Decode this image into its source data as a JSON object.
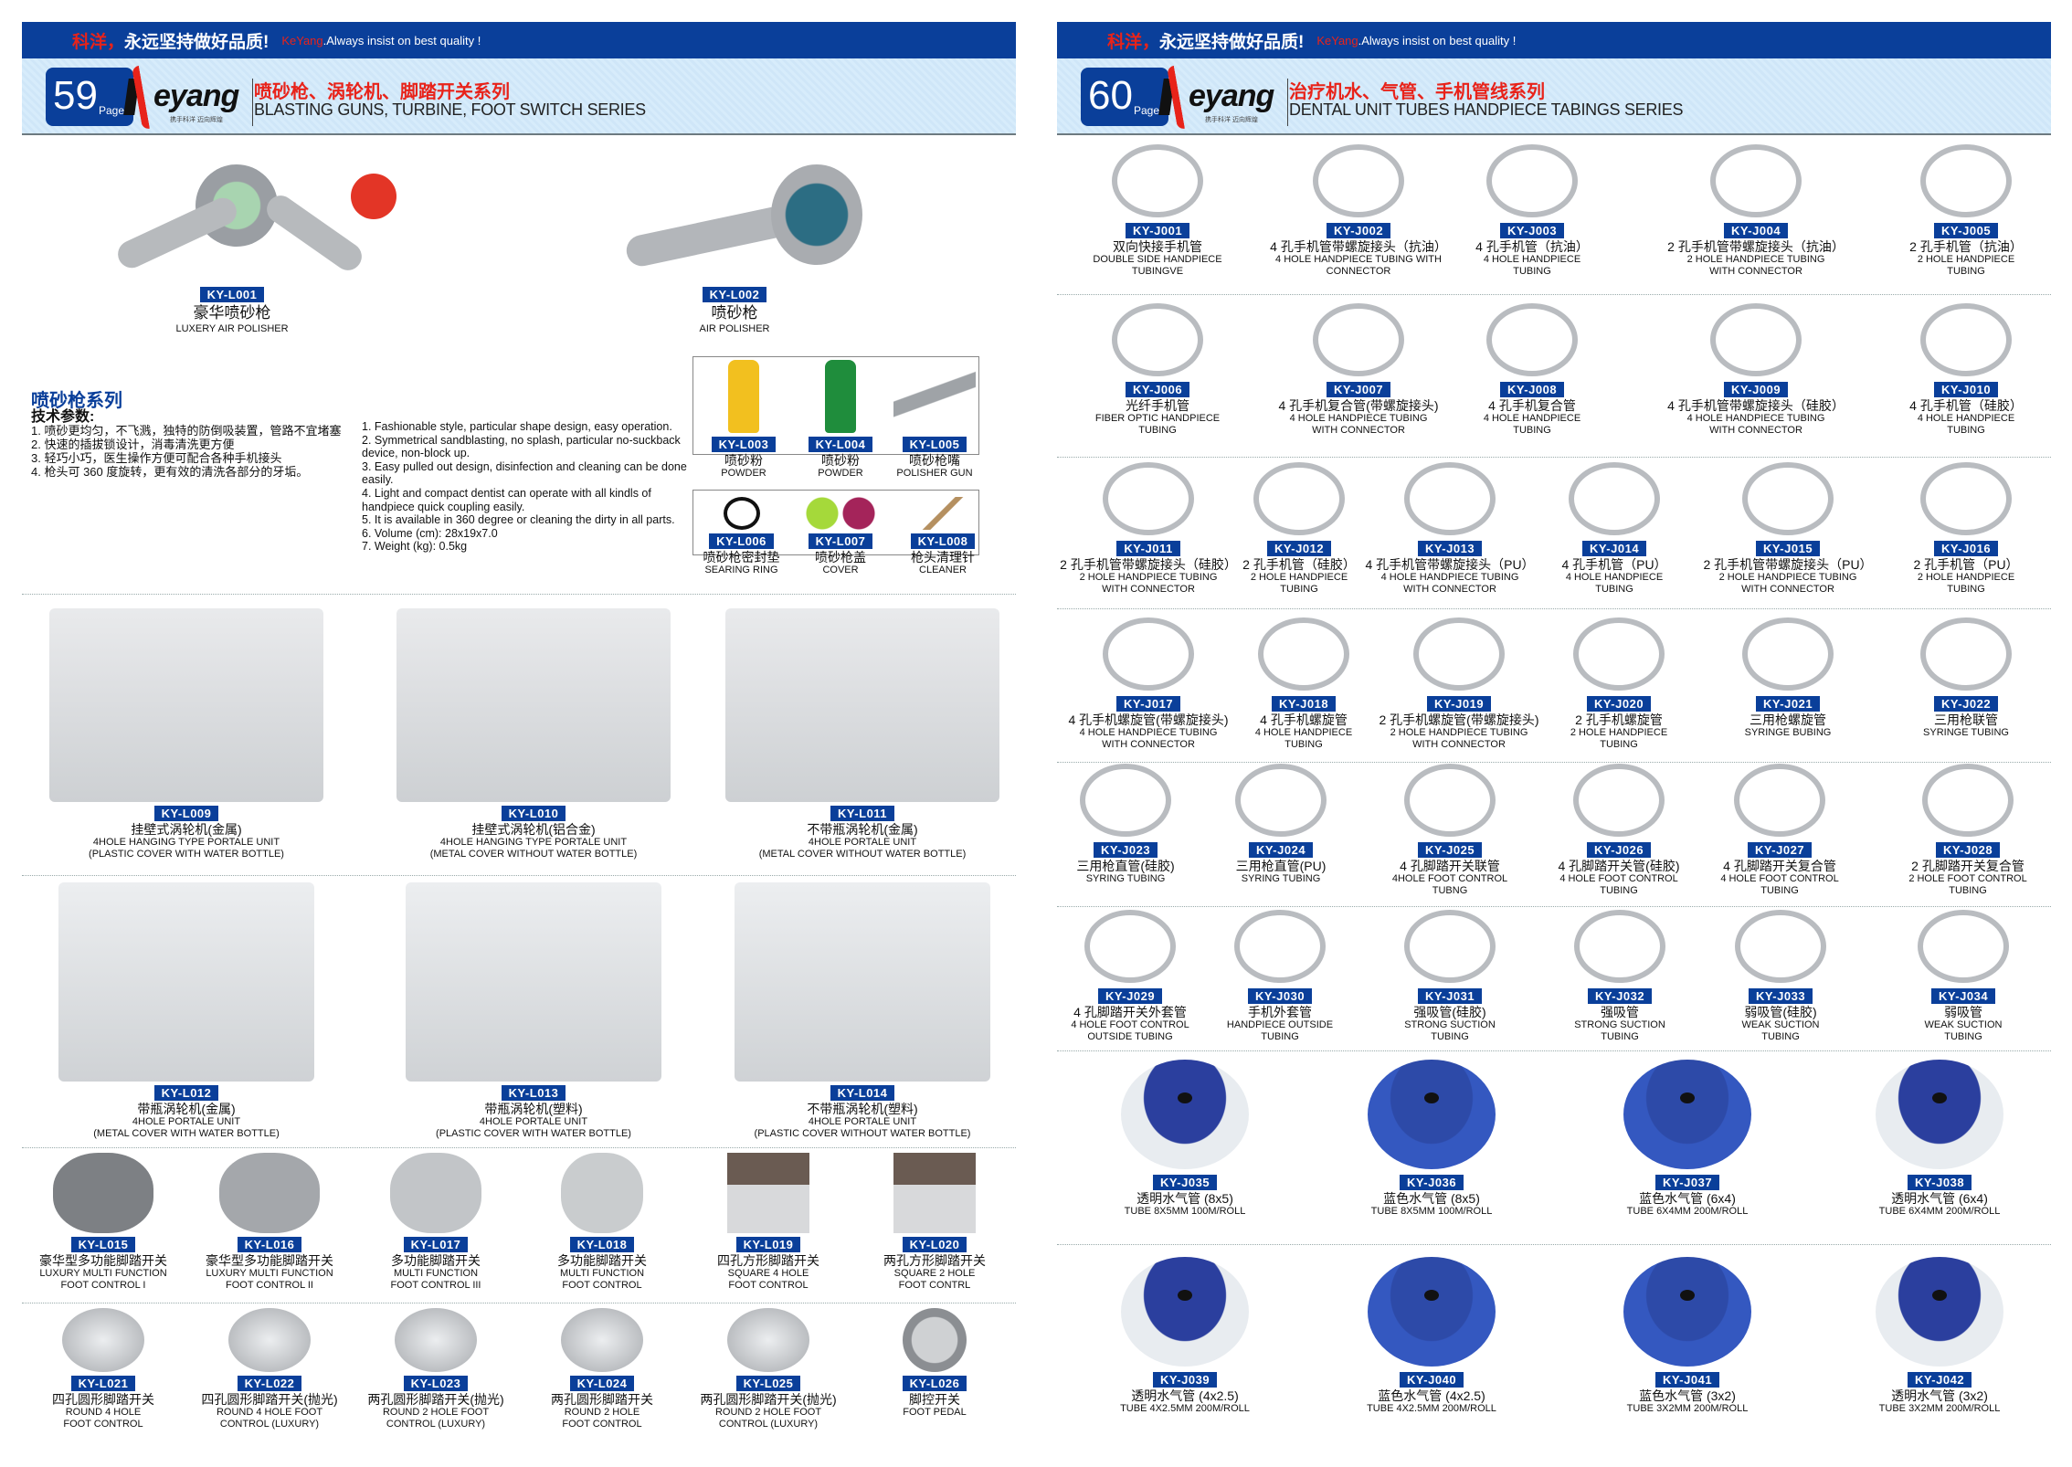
{
  "banner": {
    "slogan_cn_brand": "科洋，",
    "slogan_cn": "永远坚持做好品质!",
    "slogan_en_brand": "KeYang",
    "slogan_en": ".Always insist on best quality !"
  },
  "logo": {
    "brand": "eyang",
    "tagline": "携手科洋 迈向辉煌"
  },
  "left_page": {
    "page_number": "59",
    "page_label": "Page",
    "series_cn": "喷砂枪、涡轮机、脚踏开关系列",
    "series_en": "BLASTING GUNS, TURBINE, FOOT SWITCH SERIES",
    "hero_products": [
      {
        "code": "KY-L001",
        "cn": "豪华喷砂枪",
        "en": "LUXERY  AIR POLISHER"
      },
      {
        "code": "KY-L002",
        "cn": "喷砂枪",
        "en": "AIR POLISHER"
      }
    ],
    "spec_title": "喷砂枪系列",
    "spec_subtitle": "技术参数:",
    "spec_cn": [
      "1. 喷砂更均匀，不飞溅，独特的防倒吸装置，管路不宜堵塞",
      "2. 快速的插拔锁设计，消毒清洗更方便",
      "3. 轻巧小巧，医生操作方便可配合各种手机接头",
      "4. 枪头可 360 度旋转，更有效的清洗各部分的牙垢。"
    ],
    "spec_en": [
      "1. Fashionable style, particular shape design, easy operation.",
      "2. Symmetrical sandblasting, no splash, particular no-suckback device, non-block up.",
      "3. Easy pulled out design, disinfection and cleaning can be done easily.",
      "4. Light and compact dentist can operate with all kindls of handpiece quick coupling easily.",
      "5. It is available in 360 degree or cleaning the dirty in all parts.",
      "6. Volume (cm): 28x19x7.0",
      "7. Weight (kg): 0.5kg"
    ],
    "accessories": [
      {
        "code": "KY-L003",
        "cn": "喷砂粉",
        "en": "POWDER"
      },
      {
        "code": "KY-L004",
        "cn": "喷砂粉",
        "en": "POWDER"
      },
      {
        "code": "KY-L005",
        "cn": "喷砂枪嘴",
        "en": "POLISHER GUN"
      },
      {
        "code": "KY-L006",
        "cn": "喷砂枪密封垫",
        "en": "SEARING RING"
      },
      {
        "code": "KY-L007",
        "cn": "喷砂枪盖",
        "en": "COVER"
      },
      {
        "code": "KY-L008",
        "cn": "枪头清理针",
        "en": "CLEANER"
      }
    ],
    "units_row1": [
      {
        "code": "KY-L009",
        "cn": "挂壁式涡轮机(金属)",
        "en": "4HOLE HANGING TYPE PORTALE UNIT\n(PLASTIC COVER WITH WATER BOTTLE)"
      },
      {
        "code": "KY-L010",
        "cn": "挂壁式涡轮机(铝合金)",
        "en": "4HOLE HANGING TYPE PORTALE UNIT\n(METAL COVER WITHOUT WATER BOTTLE)"
      },
      {
        "code": "KY-L011",
        "cn": "不带瓶涡轮机(金属)",
        "en": "4HOLE PORTALE UNIT\n(METAL COVER WITHOUT WATER BOTTLE)"
      }
    ],
    "units_row2": [
      {
        "code": "KY-L012",
        "cn": "带瓶涡轮机(金属)",
        "en": "4HOLE  PORTALE UNIT\n(METAL COVER WITH WATER BOTTLE)"
      },
      {
        "code": "KY-L013",
        "cn": "带瓶涡轮机(塑料)",
        "en": "4HOLE PORTALE UNIT\n(PLASTIC COVER WITH WATER BOTTLE)"
      },
      {
        "code": "KY-L014",
        "cn": "不带瓶涡轮机(塑料)",
        "en": "4HOLE PORTALE UNIT\n(PLASTIC COVER WITHOUT WATER BOTTLE)"
      }
    ],
    "foot_row1": [
      {
        "code": "KY-L015",
        "cn": "豪华型多功能脚踏开关",
        "en": "LUXURY MULTI FUNCTION\nFOOT CONTROL I"
      },
      {
        "code": "KY-L016",
        "cn": "豪华型多功能脚踏开关",
        "en": "LUXURY MULTI FUNCTION\nFOOT CONTROL II"
      },
      {
        "code": "KY-L017",
        "cn": "多功能脚踏开关",
        "en": "MULTI FUNCTION\nFOOT CONTROL III"
      },
      {
        "code": "KY-L018",
        "cn": "多功能脚踏开关",
        "en": "MULTI FUNCTION\nFOOT CONTROL"
      },
      {
        "code": "KY-L019",
        "cn": "四孔方形脚踏开关",
        "en": "SQUARE 4 HOLE\nFOOT CONTROL"
      },
      {
        "code": "KY-L020",
        "cn": "两孔方形脚踏开关",
        "en": "SQUARE 2 HOLE\nFOOT CONTRL"
      }
    ],
    "foot_row2": [
      {
        "code": "KY-L021",
        "cn": "四孔圆形脚踏开关",
        "en": "ROUND 4 HOLE\nFOOT CONTROL"
      },
      {
        "code": "KY-L022",
        "cn": "四孔圆形脚踏开关(抛光)",
        "en": "ROUND 4 HOLE FOOT\nCONTROL (LUXURY)"
      },
      {
        "code": "KY-L023",
        "cn": "两孔圆形脚踏开关(抛光)",
        "en": "ROUND 2 HOLE FOOT\nCONTROL (LUXURY)"
      },
      {
        "code": "KY-L024",
        "cn": "两孔圆形脚踏开关",
        "en": "ROUND 2 HOLE\nFOOT CONTROL"
      },
      {
        "code": "KY-L025",
        "cn": "两孔圆形脚踏开关(抛光)",
        "en": "ROUND 2 HOLE FOOT\nCONTROL (LUXURY)"
      },
      {
        "code": "KY-L026",
        "cn": "脚控开关",
        "en": "FOOT PEDAL"
      }
    ]
  },
  "right_page": {
    "page_number": "60",
    "page_label": "Page",
    "series_cn": "治疗机水、气管、手机管线系列",
    "series_en": "DENTAL UNIT TUBES HANDPIECE TABINGS SERIES",
    "rows": [
      [
        {
          "code": "KY-J001",
          "cn": "双向快接手机管",
          "en": "DOUBLE SIDE HANDPIECE\nTUBINGVE"
        },
        {
          "code": "KY-J002",
          "cn": "4 孔手机管带螺旋接头（抗油）",
          "en": "4 HOLE HANDPIECE TUBING WITH\nCONNECTOR"
        },
        {
          "code": "KY-J003",
          "cn": "4 孔手机管（抗油）",
          "en": "4 HOLE HANDPIECE\nTUBING"
        },
        {
          "code": "KY-J004",
          "cn": "2 孔手机管带螺旋接头（抗油）",
          "en": "2 HOLE HANDPIECE TUBING\nWITH CONNECTOR"
        },
        {
          "code": "KY-J005",
          "cn": "2 孔手机管（抗油）",
          "en": "2 HOLE HANDPIECE\nTUBING"
        }
      ],
      [
        {
          "code": "KY-J006",
          "cn": "光纤手机管",
          "en": "FIBER OPTIC HANDPIECE\nTUBING"
        },
        {
          "code": "KY-J007",
          "cn": "4 孔手机复合管(带螺旋接头)",
          "en": "4 HOLE HANDPIECE TUBING\nWITH CONNECTOR"
        },
        {
          "code": "KY-J008",
          "cn": "4 孔手机复合管",
          "en": "4 HOLE HANDPIECE\nTUBING"
        },
        {
          "code": "KY-J009",
          "cn": "4 孔手机管带螺旋接头（硅胶）",
          "en": "4 HOLE HANDPIECE TUBING\nWITH CONNECTOR"
        },
        {
          "code": "KY-J010",
          "cn": "4 孔手机管（硅胶）",
          "en": "4 HOLE HANDPIECE\nTUBING"
        }
      ],
      [
        {
          "code": "KY-J011",
          "cn": "2 孔手机管带螺旋接头（硅胶）",
          "en": "2 HOLE HANDPIECE TUBING\nWITH CONNECTOR"
        },
        {
          "code": "KY-J012",
          "cn": "2 孔手机管（硅胶）",
          "en": "2 HOLE HANDPIECE\nTUBING"
        },
        {
          "code": "KY-J013",
          "cn": "4 孔手机管带螺旋接头（PU）",
          "en": "4 HOLE HANDPIECE TUBING\nWITH CONNECTOR"
        },
        {
          "code": "KY-J014",
          "cn": "4 孔手机管（PU）",
          "en": "4 HOLE HANDPIECE\nTUBING"
        },
        {
          "code": "KY-J015",
          "cn": "2 孔手机管带螺旋接头（PU）",
          "en": "2 HOLE HANDPIECE TUBING\nWITH CONNECTOR"
        },
        {
          "code": "KY-J016",
          "cn": "2 孔手机管（PU）",
          "en": "2 HOLE HANDPIECE\nTUBING"
        }
      ],
      [
        {
          "code": "KY-J017",
          "cn": "4 孔手机螺旋管(带螺旋接头)",
          "en": "4 HOLE HANDPIECE TUBING\nWITH CONNECTOR"
        },
        {
          "code": "KY-J018",
          "cn": "4 孔手机螺旋管",
          "en": "4 HOLE HANDPIECE\nTUBING"
        },
        {
          "code": "KY-J019",
          "cn": "2 孔手机螺旋管(带螺旋接头)",
          "en": "2 HOLE HANDPIECE TUBING\nWITH CONNECTOR"
        },
        {
          "code": "KY-J020",
          "cn": "2 孔手机螺旋管",
          "en": "2 HOLE HANDPIECE\nTUBING"
        },
        {
          "code": "KY-J021",
          "cn": "三用枪螺旋管",
          "en": "SYRINGE BUBING"
        },
        {
          "code": "KY-J022",
          "cn": "三用枪联管",
          "en": "SYRINGE TUBING"
        }
      ],
      [
        {
          "code": "KY-J023",
          "cn": "三用枪直管(硅胶)",
          "en": "SYRING TUBING"
        },
        {
          "code": "KY-J024",
          "cn": "三用枪直管(PU)",
          "en": "SYRING TUBING"
        },
        {
          "code": "KY-J025",
          "cn": "4 孔脚踏开关联管",
          "en": "4HOLE FOOT CONTROL\nTUBNG"
        },
        {
          "code": "KY-J026",
          "cn": "4 孔脚踏开关管(硅胶)",
          "en": "4 HOLE FOOT CONTROL\nTUBING"
        },
        {
          "code": "KY-J027",
          "cn": "4 孔脚踏开关复合管",
          "en": "4 HOLE FOOT CONTROL\nTUBING"
        },
        {
          "code": "KY-J028",
          "cn": "2 孔脚踏开关复合管",
          "en": "2 HOLE FOOT CONTROL\nTUBING"
        }
      ],
      [
        {
          "code": "KY-J029",
          "cn": "4 孔脚踏开关外套管",
          "en": "4 HOLE FOOT CONTROL\nOUTSIDE TUBING"
        },
        {
          "code": "KY-J030",
          "cn": "手机外套管",
          "en": "HANDPIECE OUTSIDE\nTUBING"
        },
        {
          "code": "KY-J031",
          "cn": "强吸管(硅胶)",
          "en": "STRONG SUCTION\nTUBING"
        },
        {
          "code": "KY-J032",
          "cn": "强吸管",
          "en": "STRONG SUCTION\nTUBING"
        },
        {
          "code": "KY-J033",
          "cn": "弱吸管(硅胶)",
          "en": "WEAK SUCTION\nTUBING"
        },
        {
          "code": "KY-J034",
          "cn": "弱吸管",
          "en": "WEAK SUCTION\nTUBING"
        }
      ]
    ],
    "reels": [
      [
        {
          "code": "KY-J035",
          "cn": "透明水气管 (8x5)",
          "en": "TUBE 8X5MM 100M/ROLL",
          "color": "clear"
        },
        {
          "code": "KY-J036",
          "cn": "蓝色水气管 (8x5)",
          "en": "TUBE 8X5MM 100M/ROLL",
          "color": "blue"
        },
        {
          "code": "KY-J037",
          "cn": "蓝色水气管 (6x4)",
          "en": "TUBE 6X4MM 200M/ROLL",
          "color": "blue"
        },
        {
          "code": "KY-J038",
          "cn": "透明水气管 (6x4)",
          "en": "TUBE 6X4MM 200M/ROLL",
          "color": "clear"
        }
      ],
      [
        {
          "code": "KY-J039",
          "cn": "透明水气管 (4x2.5)",
          "en": "TUBE 4X2.5MM 200M/ROLL",
          "color": "clear"
        },
        {
          "code": "KY-J040",
          "cn": "蓝色水气管 (4x2.5)",
          "en": "TUBE 4X2.5MM 200M/ROLL",
          "color": "blue"
        },
        {
          "code": "KY-J041",
          "cn": "蓝色水气管 (3x2)",
          "en": "TUBE 3X2MM 200M/ROLL",
          "color": "blue"
        },
        {
          "code": "KY-J042",
          "cn": "透明水气管 (3x2)",
          "en": "TUBE 3X2MM 200M/ROLL",
          "color": "clear"
        }
      ]
    ]
  },
  "colors": {
    "brand_blue": "#0a3f9a",
    "brand_red": "#e8231a",
    "band_light": "#d7ecfb"
  }
}
